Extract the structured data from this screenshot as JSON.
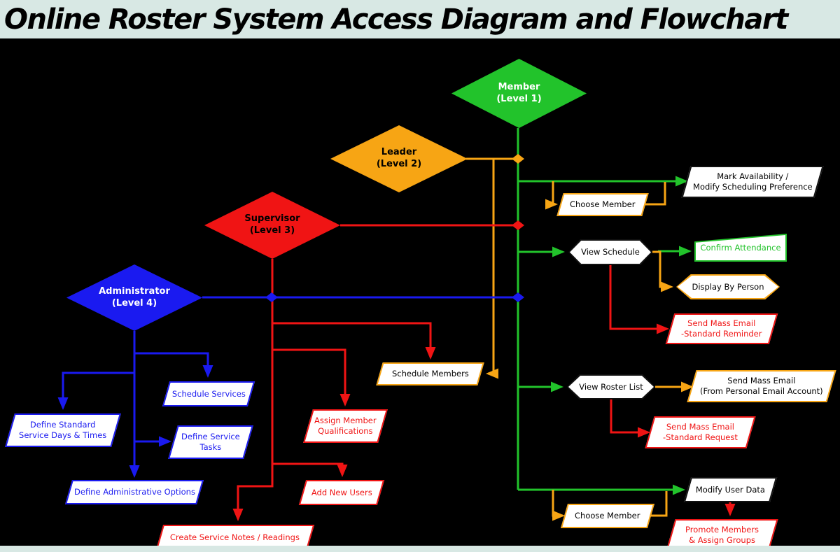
{
  "title": "Online Roster System Access Diagram and Flowchart",
  "colors": {
    "green": "#22c32b",
    "orange": "#f7a514",
    "red": "#f01414",
    "blue": "#1a1af0",
    "header_bg": "#d8e8e4"
  },
  "levels": {
    "member": "Member\n(Level 1)",
    "leader": "Leader\n(Level 2)",
    "supervisor": "Supervisor\n(Level 3)",
    "administrator": "Administrator\n(Level 4)"
  },
  "tasks": {
    "mark_availability": "Mark Availability /\nModify Scheduling Preference",
    "choose_member_top": "Choose Member",
    "view_schedule": "View Schedule",
    "confirm_attendance": "Confirm Attendance",
    "display_by_person": "Display By Person",
    "send_mass_email_reminder": "Send Mass Email\n-Standard Reminder",
    "schedule_members": "Schedule Members",
    "view_roster_list": "View Roster List",
    "send_mass_email_personal": "Send Mass Email\n(From Personal Email Account)",
    "send_mass_email_request": "Send Mass Email\n-Standard Request",
    "modify_user_data": "Modify User Data",
    "choose_member_bottom": "Choose Member",
    "promote_members": "Promote Members\n& Assign Groups",
    "schedule_services": "Schedule Services",
    "define_standard_days": "Define Standard\nService Days & Times",
    "define_service_tasks": "Define Service\nTasks",
    "define_admin_options": "Define Administrative Options",
    "assign_member_qualifications": "Assign Member\nQualifications",
    "add_new_users": "Add New Users",
    "create_service_notes": "Create Service Notes / Readings"
  }
}
